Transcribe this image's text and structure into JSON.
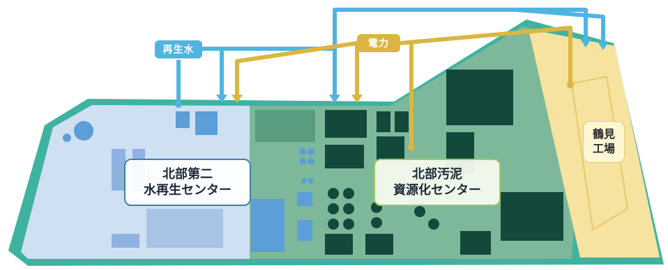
{
  "labels": {
    "water_center": {
      "line1": "北部第二",
      "line2": "水再生センター"
    },
    "sludge_center": {
      "line1": "北部汚泥",
      "line2": "資源化センター"
    },
    "tsurumi": {
      "line1": "鶴見",
      "line2": "工場"
    }
  },
  "flows": {
    "reclaimed_water": "再生水",
    "electricity": "電力"
  },
  "colors": {
    "reclaimed_water": "#4fb5e0",
    "electricity": "#dbb640",
    "water_center_fill": "#cfe0f3",
    "sludge_center_fill": "#7db89b",
    "tsurumi_fill": "#f6e3a0",
    "boundary": "#3fb3a0"
  }
}
